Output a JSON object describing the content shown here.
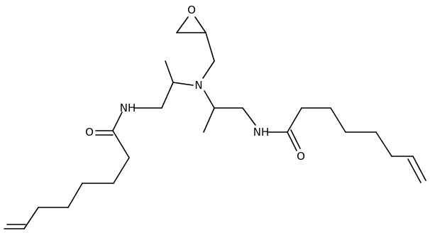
{
  "molecule": {
    "atom_labels": {
      "epoxide_oxygen": "O",
      "tertiary_nitrogen": "N",
      "amide_nitrogen_left": "NH",
      "amide_oxygen_left": "O",
      "amide_nitrogen_right": "NH",
      "amide_oxygen_right": "O"
    },
    "colors": {
      "bond": "#000000",
      "label": "#000000",
      "background": "#ffffff"
    }
  }
}
